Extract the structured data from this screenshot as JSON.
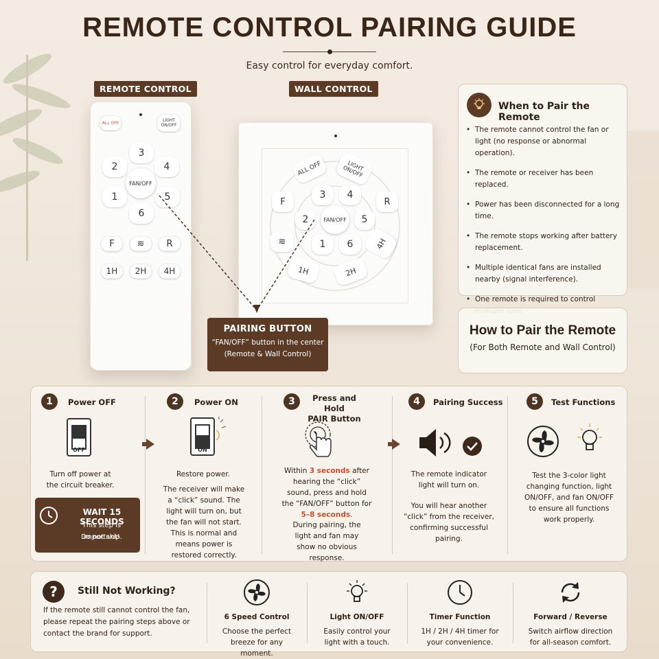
{
  "header": {
    "title": "REMOTE CONTROL PAIRING GUIDE",
    "subtitle": "Easy control for everyday comfort."
  },
  "remote": {
    "label": "REMOTE CONTROL",
    "all_off": "ALL OFF",
    "light_on_off_1": "LIGHT",
    "light_on_off_2": "ON/OFF",
    "speeds": [
      "3",
      "4",
      "5",
      "6",
      "1",
      "2"
    ],
    "center": "FAN/OFF",
    "modes": [
      "F",
      "≋",
      "R"
    ],
    "timers": [
      "1H",
      "2H",
      "4H"
    ]
  },
  "wall": {
    "label": "WALL CONTROL",
    "all_off": "ALL OFF",
    "light_on_off_1": "LIGHT",
    "light_on_off_2": "ON/OFF",
    "inner": [
      "3",
      "4",
      "5",
      "6",
      "1",
      "2"
    ],
    "center": "FAN/OFF",
    "outer_f": "F",
    "outer_r": "R",
    "outer_breeze": "≋",
    "outer_1h": "1H",
    "outer_2h": "2H",
    "outer_4h": "4H"
  },
  "pairing_button": {
    "title": "PAIRING BUTTON",
    "line1": "“FAN/OFF” button in the center",
    "line2": "(Remote & Wall Control)"
  },
  "when_to_pair": {
    "title": "When to Pair the Remote",
    "items": [
      "The remote cannot control the fan or light (no response or abnormal operation).",
      "The remote or receiver has been replaced.",
      "Power has been disconnected for a long time.",
      "The remote stops working after battery replacement.",
      "Multiple identical fans are installed nearby (signal interference).",
      "One remote is required to control multiple fans."
    ]
  },
  "how_to_pair": {
    "title": "How to Pair the Remote",
    "subtitle": "(For Both Remote and Wall Control)"
  },
  "steps": [
    {
      "num": "1",
      "title": "Power OFF",
      "switch_label": "OFF",
      "text": "Turn off power at the circuit breaker."
    },
    {
      "num": "2",
      "title": "Power ON",
      "switch_label": "ON",
      "text1": "Restore power.",
      "text2": "The receiver will make a “click” sound. The light will turn on, but the fan will not start. This is normal and means power is restored correctly."
    },
    {
      "num": "3",
      "title_1": "Press and Hold",
      "title_2": "PAIR Button",
      "t_pre": "Within ",
      "t_hl1": "3 seconds",
      "t_mid": " after hearing the “click” sound, press and hold the “FAN/OFF” button for ",
      "t_hl2": "5–8 seconds",
      "t_end": ".",
      "text2": "During pairing, the light and fan may show no obvious response."
    },
    {
      "num": "4",
      "title": "Pairing Success",
      "text1": "The remote indicator light will turn on.",
      "text2": "You will hear another “click” from the receiver, confirming successful pairing."
    },
    {
      "num": "5",
      "title": "Test Functions",
      "text": "Test the 3-color light changing function, light ON/OFF, and fan ON/OFF to ensure all functions work properly."
    }
  ],
  "wait": {
    "title": "WAIT 15 SECONDS",
    "line1": "This step is important!",
    "line2": "Do not skip."
  },
  "still_not_working": {
    "title": "Still Not Working?",
    "text": "If the remote still cannot control the fan, please repeat the pairing steps above or contact the brand for support."
  },
  "features": [
    {
      "icon": "fan-icon",
      "title": "6 Speed Control",
      "text": "Choose the perfect breeze for any moment."
    },
    {
      "icon": "bulb-icon",
      "title": "Light ON/OFF",
      "text": "Easily control your light with a touch."
    },
    {
      "icon": "clock-icon",
      "title": "Timer Function",
      "text": "1H / 2H / 4H timer for your convenience."
    },
    {
      "icon": "refresh-icon",
      "title": "Forward / Reverse",
      "text": "Switch airflow direction for all-season comfort."
    }
  ],
  "colors": {
    "brown": "#5b3b25",
    "accent": "#c4532b",
    "panel": "#f8f3ed"
  }
}
